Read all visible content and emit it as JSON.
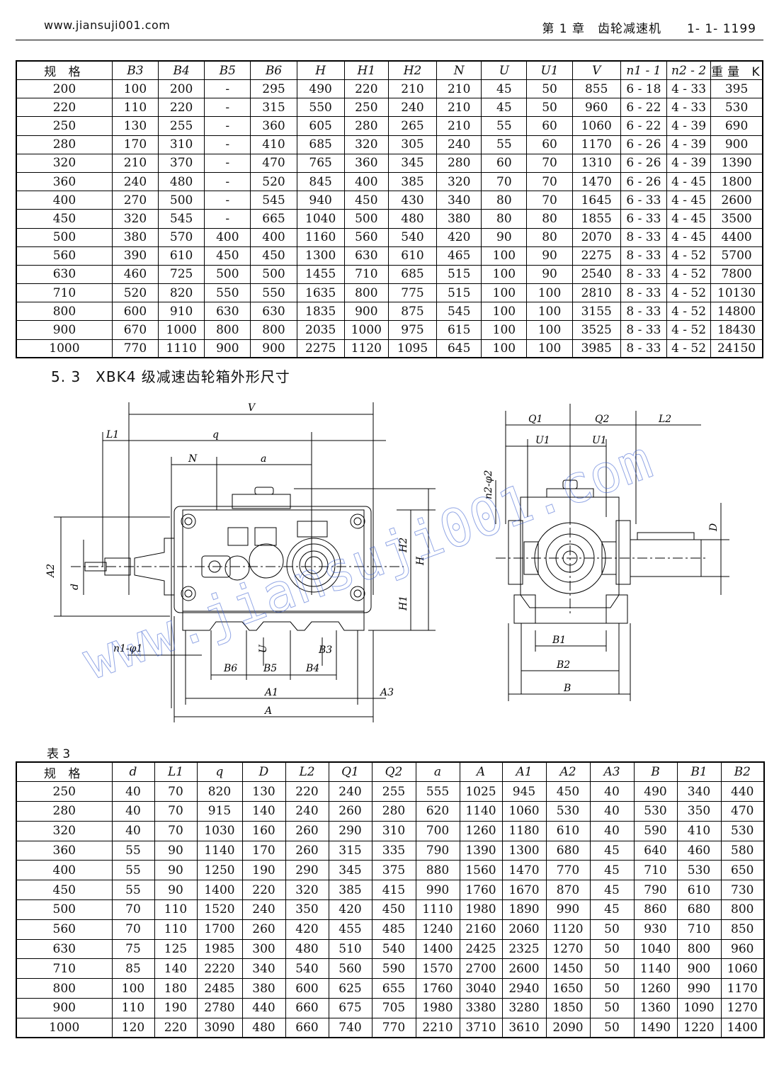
{
  "header": {
    "site": "www.jiansuji001.com",
    "chapter": "第 1 章　齿轮减速机　　1- 1- 1199"
  },
  "table1": {
    "headers": [
      "规 格",
      "B3",
      "B4",
      "B5",
      "B6",
      "H",
      "H1",
      "H2",
      "N",
      "U",
      "U1",
      "V",
      "n1 - 1",
      "n2 - 2",
      "重量 Kg"
    ],
    "rows": [
      [
        "200",
        "100",
        "200",
        "-",
        "295",
        "490",
        "220",
        "210",
        "210",
        "45",
        "50",
        "855",
        "6 - 18",
        "4 - 33",
        "395"
      ],
      [
        "220",
        "110",
        "220",
        "-",
        "315",
        "550",
        "250",
        "240",
        "210",
        "45",
        "50",
        "960",
        "6 - 22",
        "4 - 33",
        "530"
      ],
      [
        "250",
        "130",
        "255",
        "-",
        "360",
        "605",
        "280",
        "265",
        "210",
        "55",
        "60",
        "1060",
        "6 - 22",
        "4 - 39",
        "690"
      ],
      [
        "280",
        "170",
        "310",
        "-",
        "410",
        "685",
        "320",
        "305",
        "240",
        "55",
        "60",
        "1170",
        "6 - 26",
        "4 - 39",
        "900"
      ],
      [
        "320",
        "210",
        "370",
        "-",
        "470",
        "765",
        "360",
        "345",
        "280",
        "60",
        "70",
        "1310",
        "6 - 26",
        "4 - 39",
        "1390"
      ],
      [
        "360",
        "240",
        "480",
        "-",
        "520",
        "845",
        "400",
        "385",
        "320",
        "70",
        "70",
        "1470",
        "6 - 26",
        "4 - 45",
        "1800"
      ],
      [
        "400",
        "270",
        "500",
        "-",
        "545",
        "940",
        "450",
        "430",
        "340",
        "80",
        "70",
        "1645",
        "6 - 33",
        "4 - 45",
        "2600"
      ],
      [
        "450",
        "320",
        "545",
        "-",
        "665",
        "1040",
        "500",
        "480",
        "380",
        "80",
        "80",
        "1855",
        "6 - 33",
        "4 - 45",
        "3500"
      ],
      [
        "500",
        "380",
        "570",
        "400",
        "400",
        "1160",
        "560",
        "540",
        "420",
        "90",
        "80",
        "2070",
        "8 - 33",
        "4 - 45",
        "4400"
      ],
      [
        "560",
        "390",
        "610",
        "450",
        "450",
        "1300",
        "630",
        "610",
        "465",
        "100",
        "90",
        "2275",
        "8 - 33",
        "4 - 52",
        "5700"
      ],
      [
        "630",
        "460",
        "725",
        "500",
        "500",
        "1455",
        "710",
        "685",
        "515",
        "100",
        "90",
        "2540",
        "8 - 33",
        "4 - 52",
        "7800"
      ],
      [
        "710",
        "520",
        "820",
        "550",
        "550",
        "1635",
        "800",
        "775",
        "515",
        "100",
        "100",
        "2810",
        "8 - 33",
        "4 - 52",
        "10130"
      ],
      [
        "800",
        "600",
        "910",
        "630",
        "630",
        "1835",
        "900",
        "875",
        "545",
        "100",
        "100",
        "3155",
        "8 - 33",
        "4 - 52",
        "14800"
      ],
      [
        "900",
        "670",
        "1000",
        "800",
        "800",
        "2035",
        "1000",
        "975",
        "615",
        "100",
        "100",
        "3525",
        "8 - 33",
        "4 - 52",
        "18430"
      ],
      [
        "1000",
        "770",
        "1110",
        "900",
        "900",
        "2275",
        "1120",
        "1095",
        "645",
        "100",
        "100",
        "3985",
        "8 - 33",
        "4 - 52",
        "24150"
      ]
    ]
  },
  "section_title": "5. 3　XBK4 级减速齿轮箱外形尺寸",
  "drawing_labels": {
    "V": "V",
    "q": "q",
    "L1": "L1",
    "N": "N",
    "a": "a",
    "A2": "A2",
    "d": "d",
    "H2": "H2",
    "H": "H",
    "H1": "H1",
    "n1phi1": "n1-φ1",
    "U": "U",
    "B3": "B3",
    "B6": "B6",
    "B5": "B5",
    "B4": "B4",
    "A1": "A1",
    "A3": "A3",
    "A": "A",
    "Q1": "Q1",
    "Q2": "Q2",
    "L2": "L2",
    "U1a": "U1",
    "U1b": "U1",
    "n2phi2": "n2-φ2",
    "D": "D",
    "B1": "B1",
    "B2": "B2",
    "B": "B"
  },
  "watermark": "www.jiansuji001.com",
  "table3": {
    "label": "表 3",
    "headers": [
      "规 格",
      "d",
      "L1",
      "q",
      "D",
      "L2",
      "Q1",
      "Q2",
      "a",
      "A",
      "A1",
      "A2",
      "A3",
      "B",
      "B1",
      "B2"
    ],
    "rows": [
      [
        "250",
        "40",
        "70",
        "820",
        "130",
        "220",
        "240",
        "255",
        "555",
        "1025",
        "945",
        "450",
        "40",
        "490",
        "340",
        "440"
      ],
      [
        "280",
        "40",
        "70",
        "915",
        "140",
        "240",
        "260",
        "280",
        "620",
        "1140",
        "1060",
        "530",
        "40",
        "530",
        "350",
        "470"
      ],
      [
        "320",
        "40",
        "70",
        "1030",
        "160",
        "260",
        "290",
        "310",
        "700",
        "1260",
        "1180",
        "610",
        "40",
        "590",
        "410",
        "530"
      ],
      [
        "360",
        "55",
        "90",
        "1140",
        "170",
        "260",
        "315",
        "335",
        "790",
        "1390",
        "1300",
        "680",
        "45",
        "640",
        "460",
        "580"
      ],
      [
        "400",
        "55",
        "90",
        "1250",
        "190",
        "290",
        "345",
        "375",
        "880",
        "1560",
        "1470",
        "770",
        "45",
        "710",
        "530",
        "650"
      ],
      [
        "450",
        "55",
        "90",
        "1400",
        "220",
        "320",
        "385",
        "415",
        "990",
        "1760",
        "1670",
        "870",
        "45",
        "790",
        "610",
        "730"
      ],
      [
        "500",
        "70",
        "110",
        "1520",
        "240",
        "350",
        "420",
        "450",
        "1110",
        "1980",
        "1890",
        "990",
        "45",
        "860",
        "680",
        "800"
      ],
      [
        "560",
        "70",
        "110",
        "1700",
        "260",
        "420",
        "455",
        "485",
        "1240",
        "2160",
        "2060",
        "1120",
        "50",
        "930",
        "710",
        "850"
      ],
      [
        "630",
        "75",
        "125",
        "1985",
        "300",
        "480",
        "510",
        "540",
        "1400",
        "2425",
        "2325",
        "1270",
        "50",
        "1040",
        "800",
        "960"
      ],
      [
        "710",
        "85",
        "140",
        "2220",
        "340",
        "540",
        "560",
        "590",
        "1570",
        "2700",
        "2600",
        "1450",
        "50",
        "1140",
        "900",
        "1060"
      ],
      [
        "800",
        "100",
        "180",
        "2485",
        "380",
        "600",
        "625",
        "655",
        "1760",
        "3040",
        "2940",
        "1650",
        "50",
        "1260",
        "990",
        "1170"
      ],
      [
        "900",
        "110",
        "190",
        "2780",
        "440",
        "660",
        "675",
        "705",
        "1980",
        "3380",
        "3280",
        "1850",
        "50",
        "1360",
        "1090",
        "1270"
      ],
      [
        "1000",
        "120",
        "220",
        "3090",
        "480",
        "660",
        "740",
        "770",
        "2210",
        "3710",
        "3610",
        "2090",
        "50",
        "1490",
        "1220",
        "1400"
      ]
    ]
  }
}
